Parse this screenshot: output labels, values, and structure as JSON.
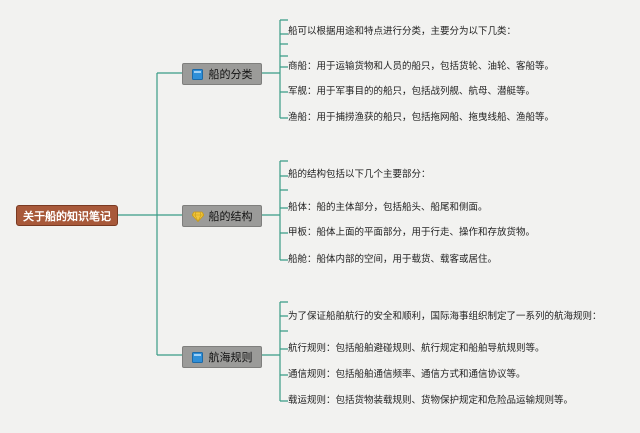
{
  "root": {
    "label": "关于船的知识笔记"
  },
  "branches": [
    {
      "label": "船的分类",
      "icon": "blue-book-icon",
      "items": [
        "船可以根据用途和特点进行分类，主要分为以下几类：",
        "商船：用于运输货物和人员的船只，包括货轮、油轮、客船等。",
        "军舰：用于军事目的的船只，包括战列舰、航母、潜艇等。",
        "渔船：用于捕捞渔获的船只，包括拖网船、拖曳线船、渔船等。"
      ]
    },
    {
      "label": "船的结构",
      "icon": "gem-icon",
      "items": [
        "船的结构包括以下几个主要部分：",
        "船体：船的主体部分，包括船头、船尾和侧面。",
        "甲板：船体上面的平面部分，用于行走、操作和存放货物。",
        "船舱：船体内部的空间，用于载货、载客或居住。"
      ]
    },
    {
      "label": "航海规则",
      "icon": "blue-book-icon",
      "items": [
        "为了保证船舶航行的安全和顺利，国际海事组织制定了一系列的航海规则：",
        "航行规则：包括船舶避碰规则、航行规定和船舶导航规则等。",
        "通信规则：包括船舶通信频率、通信方式和通信协议等。",
        "载运规则：包括货物装载规则、货物保护规定和危险品运输规则等。"
      ]
    }
  ],
  "colors": {
    "root_fill": "#a8593a",
    "branch_fill": "#9b9b99",
    "connector": "#3a9d86",
    "background": "#f2f2f0"
  }
}
